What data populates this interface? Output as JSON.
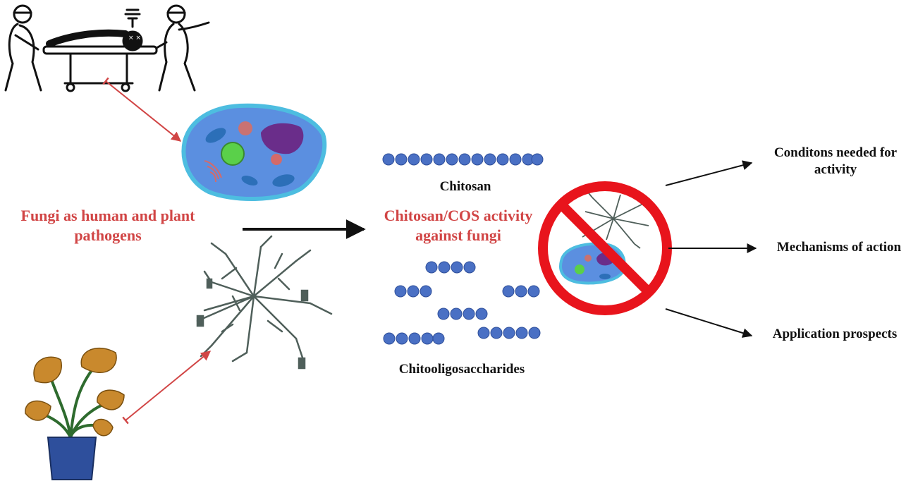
{
  "labels": {
    "fungi_pathogens_line1": "Fungi as human and plant",
    "fungi_pathogens_line2": "pathogens",
    "chitosan": "Chitosan",
    "activity_line1": "Chitosan/COS activity",
    "activity_line2": "against fungi",
    "cos": "Chitooligosaccharides",
    "conditions_line1": "Conditons needed for",
    "conditions_line2": "activity",
    "mechanisms": "Mechanisms of action",
    "prospects": "Application prospects"
  },
  "colors": {
    "accent_red": "#d14545",
    "bead_blue": "#4a70c4",
    "bead_stroke": "#2f4f9a",
    "prohibition_red": "#e8141c",
    "cell_fill": "#5b8fe0",
    "cell_membrane": "#4dbde0",
    "nucleus": "#6a2d8a",
    "pot_blue": "#2e4f9c",
    "leaf_orange": "#c9892d"
  },
  "icons": {
    "patient": "stretcher-patient-icon",
    "cell": "fungal-cell-icon",
    "mycelium": "mycelium-icon",
    "plant": "potted-plant-icon",
    "inhibition": "prohibition-icon"
  }
}
